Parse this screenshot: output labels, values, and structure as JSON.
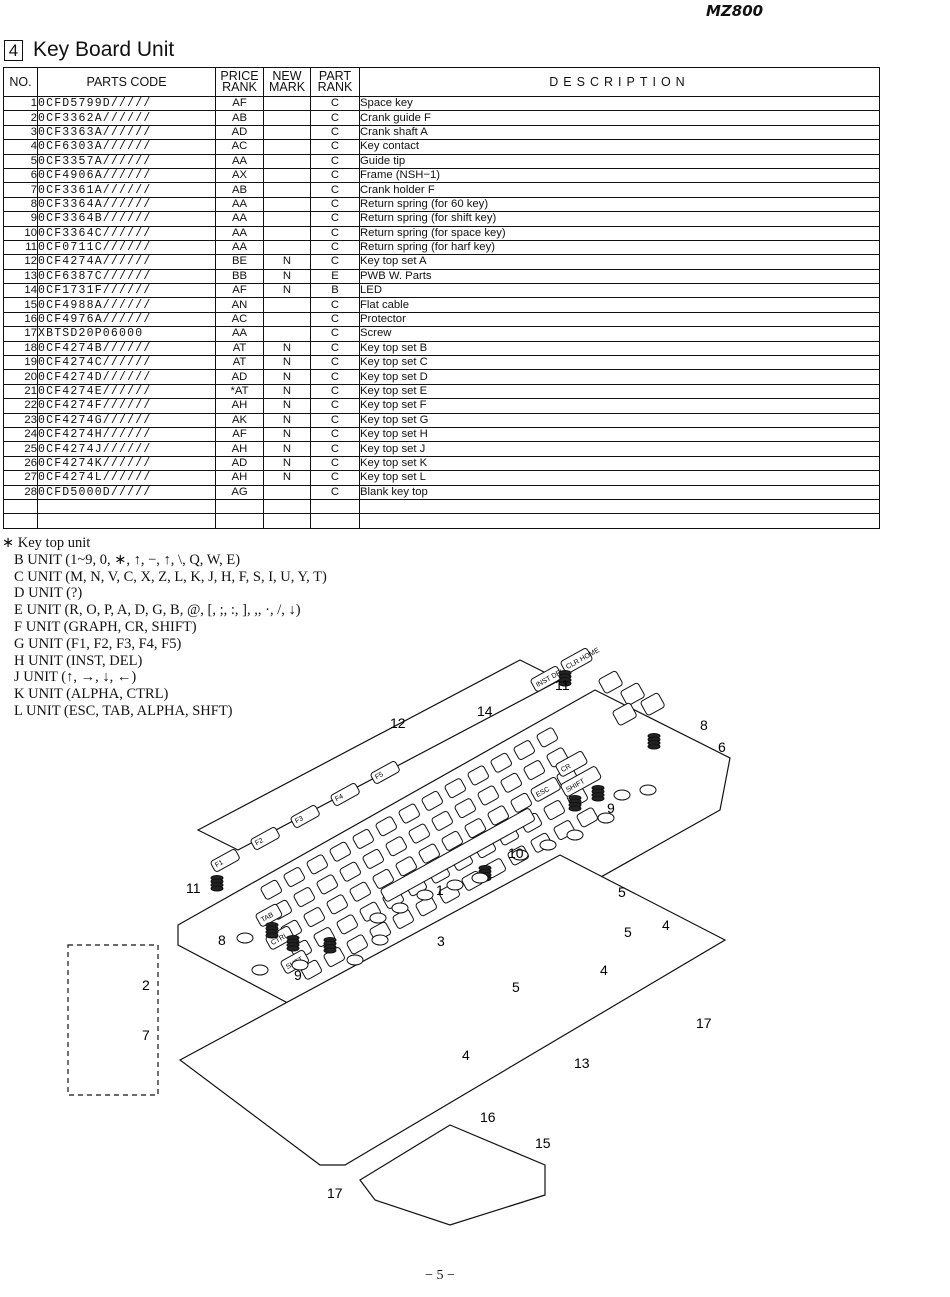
{
  "header": {
    "model": "MZ800"
  },
  "section": {
    "number": "4",
    "title": "Key Board Unit"
  },
  "table": {
    "headers": {
      "no": "NO.",
      "code": "PARTS CODE",
      "price_l1": "PRICE",
      "price_l2": "RANK",
      "new_l1": "NEW",
      "new_l2": "MARK",
      "part_l1": "PART",
      "part_l2": "RANK",
      "desc": "DESCRIPTION"
    },
    "rows": [
      {
        "no": "1",
        "code": "0CFD5799D/////",
        "price": "AF",
        "new": "",
        "part": "C",
        "desc": "Space key"
      },
      {
        "no": "2",
        "code": "0CF3362A//////",
        "price": "AB",
        "new": "",
        "part": "C",
        "desc": "Crank guide F"
      },
      {
        "no": "3",
        "code": "0CF3363A//////",
        "price": "AD",
        "new": "",
        "part": "C",
        "desc": "Crank shaft A"
      },
      {
        "no": "4",
        "code": "0CF6303A//////",
        "price": "AC",
        "new": "",
        "part": "C",
        "desc": "Key contact"
      },
      {
        "no": "5",
        "code": "0CF3357A//////",
        "price": "AA",
        "new": "",
        "part": "C",
        "desc": "Guide tip"
      },
      {
        "no": "6",
        "code": "0CF4906A//////",
        "price": "AX",
        "new": "",
        "part": "C",
        "desc": "Frame (NSH−1)"
      },
      {
        "no": "7",
        "code": "0CF3361A//////",
        "price": "AB",
        "new": "",
        "part": "C",
        "desc": "Crank holder F"
      },
      {
        "no": "8",
        "code": "0CF3364A//////",
        "price": "AA",
        "new": "",
        "part": "C",
        "desc": "Return spring (for 60 key)"
      },
      {
        "no": "9",
        "code": "0CF3364B//////",
        "price": "AA",
        "new": "",
        "part": "C",
        "desc": "Return spring (for shift key)"
      },
      {
        "no": "10",
        "code": "0CF3364C//////",
        "price": "AA",
        "new": "",
        "part": "C",
        "desc": "Return spring (for space key)"
      },
      {
        "no": "11",
        "code": "0CF0711C//////",
        "price": "AA",
        "new": "",
        "part": "C",
        "desc": "Return spring (for harf key)"
      },
      {
        "no": "12",
        "code": "0CF4274A//////",
        "price": "BE",
        "new": "N",
        "part": "C",
        "desc": "Key top set A"
      },
      {
        "no": "13",
        "code": "0CF6387C//////",
        "price": "BB",
        "new": "N",
        "part": "E",
        "desc": "PWB W. Parts"
      },
      {
        "no": "14",
        "code": "0CF1731F//////",
        "price": "AF",
        "new": "N",
        "part": "B",
        "desc": "LED"
      },
      {
        "no": "15",
        "code": "0CF4988A//////",
        "price": "AN",
        "new": "",
        "part": "C",
        "desc": "Flat cable"
      },
      {
        "no": "16",
        "code": "0CF4976A//////",
        "price": "AC",
        "new": "",
        "part": "C",
        "desc": "Protector"
      },
      {
        "no": "17",
        "code": "XBTSD20P06000",
        "price": "AA",
        "new": "",
        "part": "C",
        "desc": "Screw"
      },
      {
        "no": "18",
        "code": "0CF4274B//////",
        "price": "AT",
        "new": "N",
        "part": "C",
        "desc": "Key top set B"
      },
      {
        "no": "19",
        "code": "0CF4274C//////",
        "price": "AT",
        "new": "N",
        "part": "C",
        "desc": "Key top set C"
      },
      {
        "no": "20",
        "code": "0CF4274D//////",
        "price": "AD",
        "new": "N",
        "part": "C",
        "desc": "Key top set D"
      },
      {
        "no": "21",
        "code": "0CF4274E//////",
        "price": "*AT",
        "new": "N",
        "part": "C",
        "desc": "Key top set E"
      },
      {
        "no": "22",
        "code": "0CF4274F//////",
        "price": "AH",
        "new": "N",
        "part": "C",
        "desc": "Key top set F"
      },
      {
        "no": "23",
        "code": "0CF4274G//////",
        "price": "AK",
        "new": "N",
        "part": "C",
        "desc": "Key top set G"
      },
      {
        "no": "24",
        "code": "0CF4274H//////",
        "price": "AF",
        "new": "N",
        "part": "C",
        "desc": "Key top set H"
      },
      {
        "no": "25",
        "code": "0CF4274J//////",
        "price": "AH",
        "new": "N",
        "part": "C",
        "desc": "Key top set J"
      },
      {
        "no": "26",
        "code": "0CF4274K//////",
        "price": "AD",
        "new": "N",
        "part": "C",
        "desc": "Key top set K"
      },
      {
        "no": "27",
        "code": "0CF4274L//////",
        "price": "AH",
        "new": "N",
        "part": "C",
        "desc": "Key top set L"
      },
      {
        "no": "28",
        "code": "0CFD5000D/////",
        "price": "AG",
        "new": "",
        "part": "C",
        "desc": "Blank key top"
      }
    ]
  },
  "notes": {
    "header": "∗ Key top unit",
    "units": [
      "B UNIT (1~9, 0, ∗, ↑, −, ↑, \\, Q, W, E)",
      "C UNIT (M, N, V, C, X, Z, L, K, J, H, F, S, I, U, Y, T)",
      "D UNIT (?)",
      "E UNIT (R, O, P, A, D, G, B, @, [, ;, :, ], ,, ·, /, ↓)",
      "F UNIT (GRAPH, CR, SHIFT)",
      "G UNIT (F1, F2, F3, F4, F5)",
      "H UNIT (INST, DEL)",
      "J UNIT (↑, →, ↓, ←)",
      "K UNIT (ALPHA, CTRL)",
      "L UNIT (ESC, TAB, ALPHA, SHFT)"
    ]
  },
  "diagram": {
    "callouts": [
      "12",
      "14",
      "11",
      "8",
      "6",
      "9",
      "10",
      "1",
      "11",
      "8",
      "3",
      "9",
      "5",
      "5",
      "4",
      "4",
      "5",
      "4",
      "2",
      "7",
      "17",
      "13",
      "16",
      "15",
      "17"
    ],
    "keys": [
      "F1",
      "F2",
      "F3",
      "F4",
      "F5",
      "ESC",
      "CR",
      "SHIFT",
      "TAB",
      "CTRL",
      "SHFT",
      "INST DEL",
      "CLR HOME"
    ]
  },
  "footer": {
    "page": "− 5 −"
  }
}
